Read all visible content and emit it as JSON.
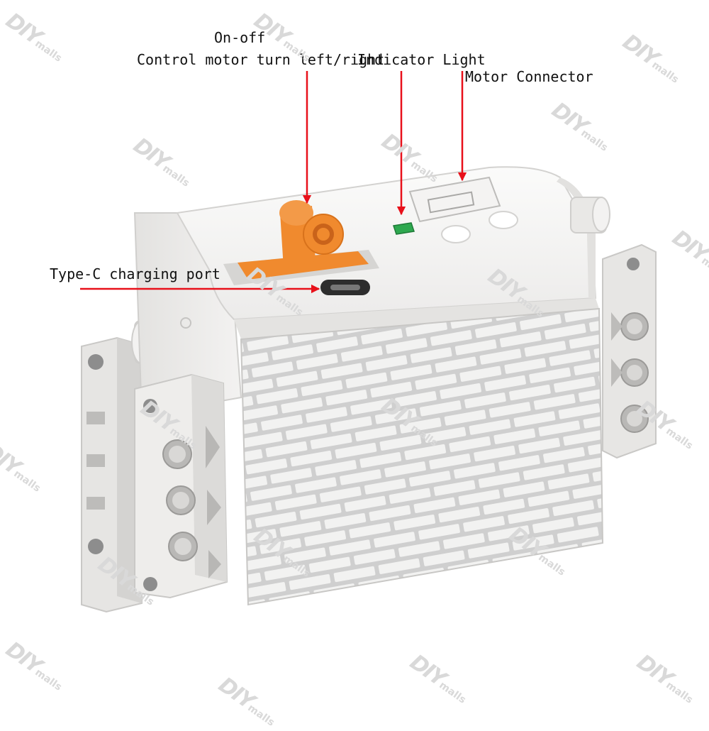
{
  "callouts": {
    "power": [
      "On-off",
      "Control motor turn left/right"
    ],
    "indicator": "Indicator Light",
    "motor": "Motor Connector",
    "charging": "Type-C charging port"
  },
  "watermark": {
    "logo": "DIY",
    "suffix": "malls"
  },
  "colors": {
    "arrow": "#e8101a",
    "body": "#f2f1f0",
    "switch": "#f08a2e",
    "indicator": "#2ea84f"
  }
}
